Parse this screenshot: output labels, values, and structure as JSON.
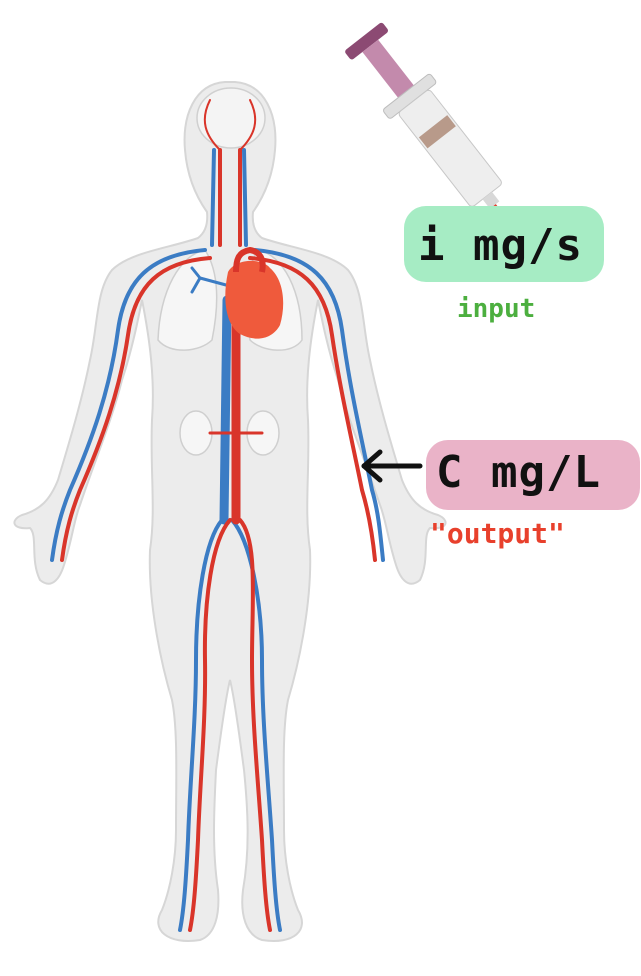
{
  "input": {
    "value_label": "i mg/s",
    "caption": "input"
  },
  "output": {
    "value_label": "C mg/L",
    "caption": "\"output\""
  },
  "colors": {
    "artery": "#d9352a",
    "vein": "#3b7cc4",
    "heart": "#ef5a3c",
    "body": "#ededed",
    "syringe_plunger": "#b57aa0",
    "input_highlight": "#a6ecc4",
    "output_highlight": "#eab3c8",
    "input_caption": "#4caf3f",
    "output_caption": "#e8402c"
  },
  "icons": [
    "human-body-circulatory-illustration",
    "syringe-icon",
    "arrow-left-icon"
  ]
}
